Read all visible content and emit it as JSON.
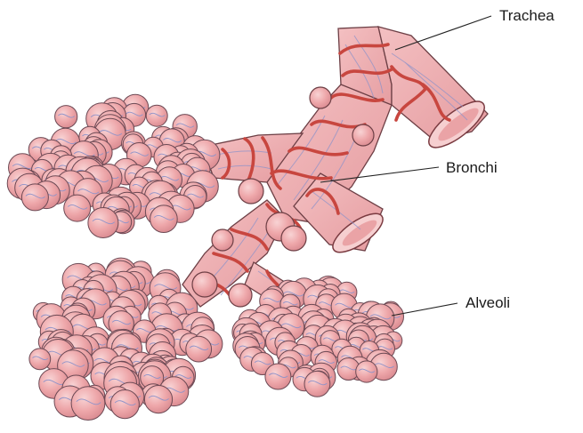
{
  "labels": {
    "trachea": "Trachea",
    "bronchi": "Bronchi",
    "alveoli": "Alveoli"
  },
  "colors": {
    "tissue": "#efaeb0",
    "tissue_shade": "#e59ca0",
    "outline": "#6d3f45",
    "vessel_red": "#c8463f",
    "vessel_blue": "#8f93c9",
    "lumen": "#f6cfd0",
    "label_text": "#1a1a1a"
  }
}
